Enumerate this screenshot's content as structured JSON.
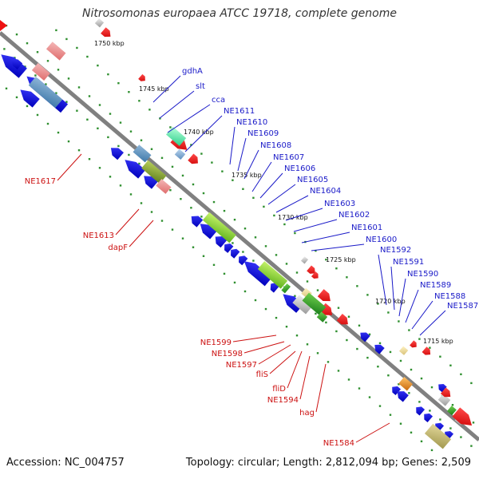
{
  "title": "Nitrosomonas europaea ATCC 19718, complete genome",
  "footer": {
    "accession": "Accession: NC_004757",
    "summary": "Topology: circular; Length: 2,812,094 bp; Genes: 2,509"
  },
  "colors": {
    "forward_gene": "#ee1111",
    "reverse_gene": "#1111dd",
    "label_blue": "#1a1ac8",
    "label_red": "#cc1111",
    "backbone": "#808080",
    "tick": "#2f8f2f"
  },
  "scale_labels": [
    "1750 kbp",
    "1745 kbp",
    "1740 kbp",
    "1735 kbp",
    "1730 kbp",
    "1725 kbp",
    "1720 kbp",
    "1715 kbp"
  ],
  "gene_labels_blue": [
    "gdhA",
    "slt",
    "cca",
    "NE1611",
    "NE1610",
    "NE1609",
    "NE1608",
    "NE1607",
    "NE1606",
    "NE1605",
    "NE1604",
    "NE1603",
    "NE1602",
    "NE1601",
    "NE1600",
    "NE1592",
    "NE1591",
    "NE1590",
    "NE1589",
    "NE1588",
    "NE1587"
  ],
  "gene_labels_red": [
    "NE1617",
    "NE1613",
    "dapF",
    "NE1599",
    "NE1598",
    "NE1597",
    "fliS",
    "fliD",
    "NE1594",
    "hag",
    "NE1584"
  ]
}
